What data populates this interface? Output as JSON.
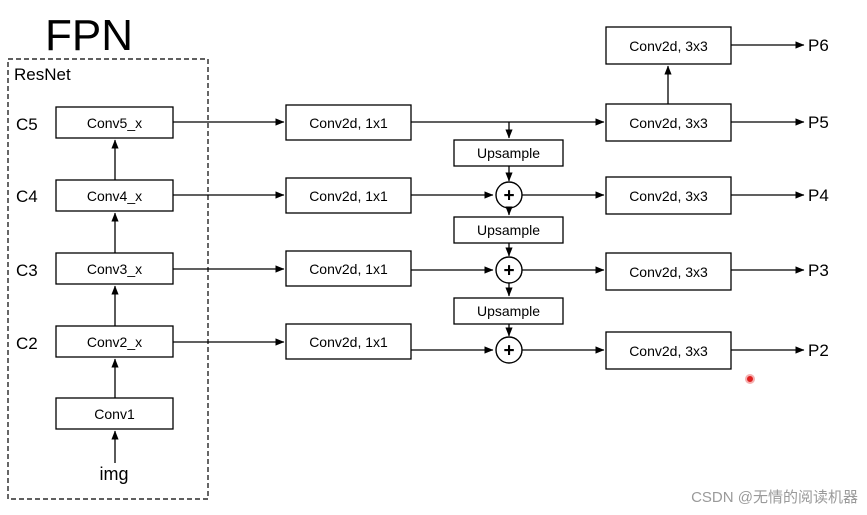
{
  "title": "FPN",
  "backbone_label": "ResNet",
  "input_label": "img",
  "stem": "Conv1",
  "stages": [
    {
      "level": "C2",
      "block": "Conv2_x"
    },
    {
      "level": "C3",
      "block": "Conv3_x"
    },
    {
      "level": "C4",
      "block": "Conv4_x"
    },
    {
      "level": "C5",
      "block": "Conv5_x"
    }
  ],
  "lateral": [
    "Conv2d, 1x1",
    "Conv2d, 1x1",
    "Conv2d, 1x1",
    "Conv2d, 1x1"
  ],
  "upsample": [
    "Upsample",
    "Upsample",
    "Upsample"
  ],
  "add_symbol": "+",
  "output_conv": [
    "Conv2d, 3x3",
    "Conv2d, 3x3",
    "Conv2d, 3x3",
    "Conv2d, 3x3"
  ],
  "extra_conv": "Conv2d, 3x3",
  "outputs": [
    "P2",
    "P3",
    "P4",
    "P5",
    "P6"
  ],
  "watermark": "CSDN @无情的阅读机器",
  "colors": {
    "line": "#000000",
    "marker": "#e02020",
    "watermark": "#9a9a9a"
  }
}
